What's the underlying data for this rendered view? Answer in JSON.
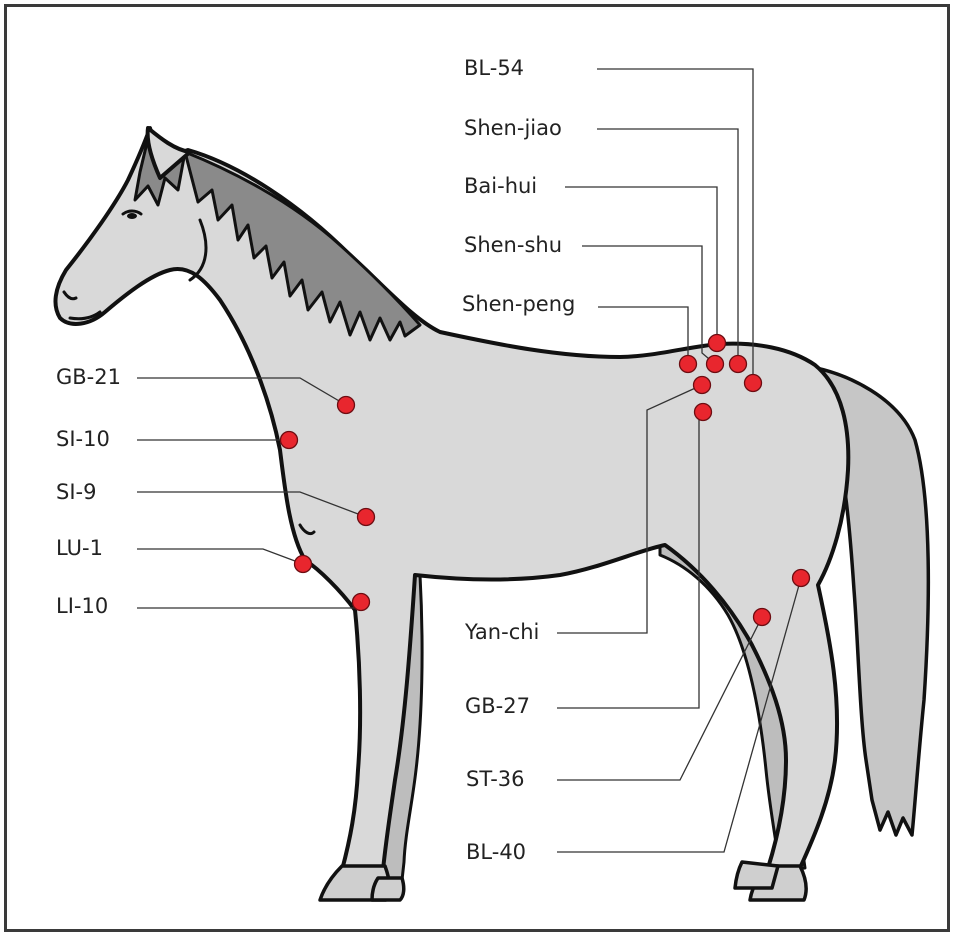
{
  "colors": {
    "point": "#e8262e",
    "body": "#d9d9d9",
    "outline": "#111111",
    "frame": "#3a3a3a"
  },
  "points": [
    {
      "id": "bl54",
      "label": "BL-54"
    },
    {
      "id": "shenjiao",
      "label": "Shen-jiao"
    },
    {
      "id": "baihui",
      "label": "Bai-hui"
    },
    {
      "id": "shenshu",
      "label": "Shen-shu"
    },
    {
      "id": "shenpeng",
      "label": "Shen-peng"
    },
    {
      "id": "gb21",
      "label": "GB-21"
    },
    {
      "id": "si10",
      "label": "SI-10"
    },
    {
      "id": "si9",
      "label": "SI-9"
    },
    {
      "id": "lu1",
      "label": "LU-1"
    },
    {
      "id": "li10",
      "label": "LI-10"
    },
    {
      "id": "yanchi",
      "label": "Yan-chi"
    },
    {
      "id": "gb27",
      "label": "GB-27"
    },
    {
      "id": "st36",
      "label": "ST-36"
    },
    {
      "id": "bl40",
      "label": "BL-40"
    }
  ]
}
